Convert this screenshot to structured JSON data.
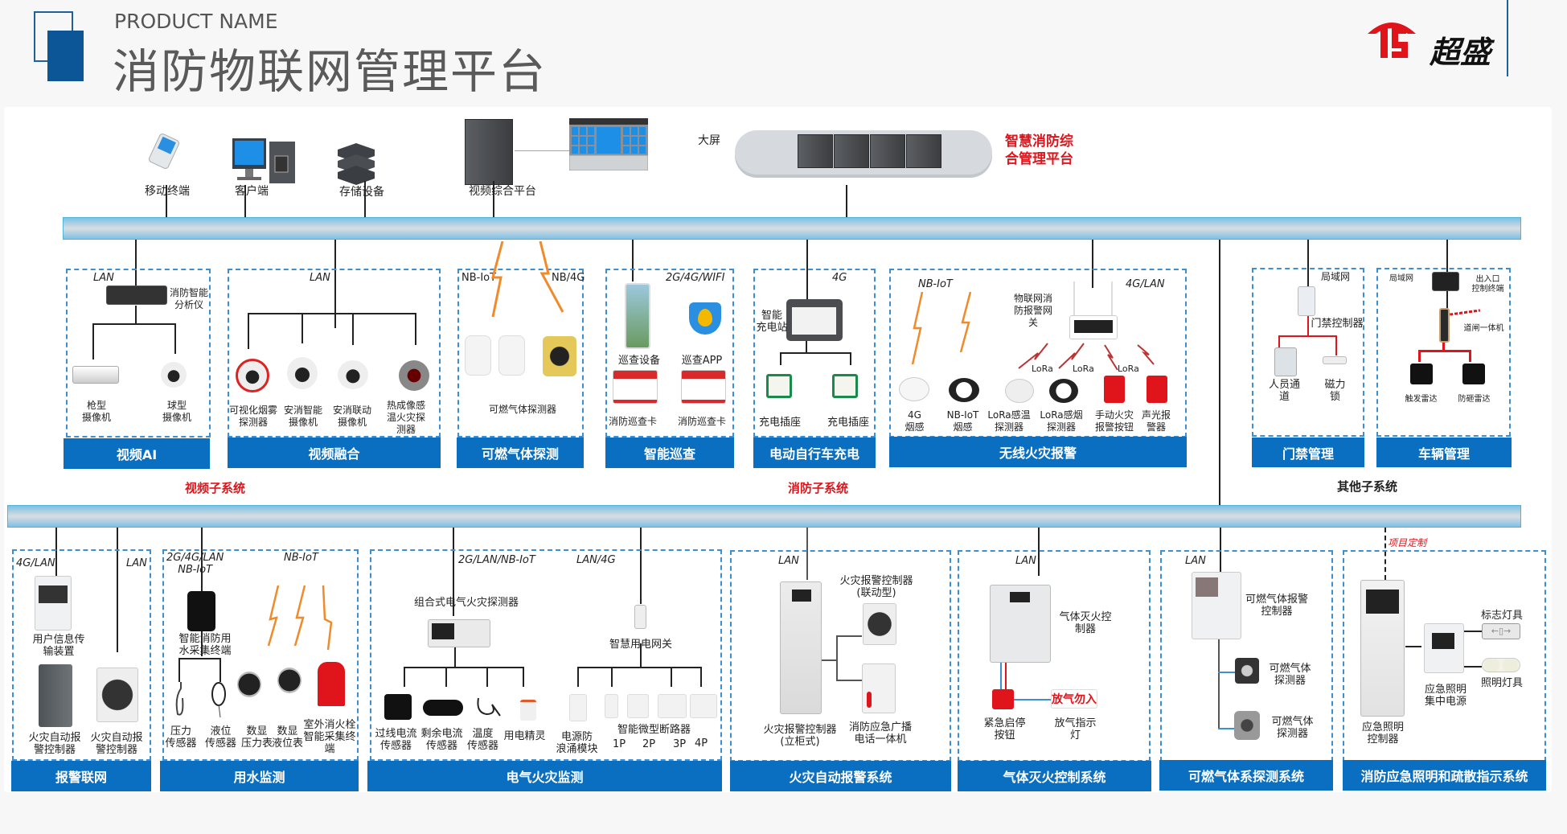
{
  "header": {
    "product_name": "PRODUCT NAME",
    "title": "消防物联网管理平台",
    "brand": "超盛",
    "brand_icon": "chaosheng-logo-icon"
  },
  "platform": {
    "top_devices": [
      {
        "label": "移动终端",
        "icon": "mobile-terminal-icon"
      },
      {
        "label": "客户端",
        "icon": "desktop-client-icon"
      },
      {
        "label": "存储设备",
        "icon": "storage-device-icon"
      },
      {
        "label": "视频综合平台",
        "icon": "video-platform-cabinet-icon"
      }
    ],
    "big_screen": "大屏",
    "cloud_label": "智慧消防综\n合管理平台"
  },
  "upper": {
    "groups": [
      {
        "label": "视频子系统",
        "color": "#e0141b"
      },
      {
        "label": "消防子系统",
        "color": "#e0141b"
      },
      {
        "label": "其他子系统",
        "color": "#222222"
      }
    ],
    "sections": [
      {
        "title": "视频AI",
        "networks": [
          "LAN"
        ],
        "hub": "消防智能\n分析仪",
        "devices": [
          "枪型\n摄像机",
          "球型\n摄像机"
        ]
      },
      {
        "title": "视频融合",
        "networks": [
          "LAN"
        ],
        "devices": [
          "可视化烟雾\n探测器",
          "安消智能\n摄像机",
          "安消联动\n摄像机",
          "热成像感\n温火灾探\n测器"
        ]
      },
      {
        "title": "可燃气体探测",
        "networks": [
          "NB-IoT",
          "NB/4G"
        ],
        "devices": [
          "可燃气体探测器"
        ]
      },
      {
        "title": "智能巡查",
        "networks": [
          "2G/4G/WIFI"
        ],
        "devices": [
          "巡查设备",
          "巡查APP",
          "消防巡查卡",
          "消防巡查卡"
        ]
      },
      {
        "title": "电动自行车充电",
        "networks": [
          "4G"
        ],
        "hub": "智能\n充电站",
        "devices": [
          "充电插座",
          "充电插座"
        ]
      },
      {
        "title": "无线火灾报警",
        "networks": [
          "NB-IoT",
          "4G/LAN"
        ],
        "hub": "物联网消\n防报警网\n关",
        "lora": [
          "LoRa",
          "LoRa",
          "LoRa"
        ],
        "devices": [
          "4G\n烟感",
          "NB-IoT\n烟感",
          "LoRa感温\n探测器",
          "LoRa感烟\n探测器",
          "手动火灾\n报警按钮",
          "声光报\n警器"
        ]
      },
      {
        "title": "门禁管理",
        "networks": [
          "局域网"
        ],
        "hub": "门禁控制器",
        "devices": [
          "人员通\n道",
          "磁力\n锁"
        ]
      },
      {
        "title": "车辆管理",
        "networks": [
          "局域网"
        ],
        "hub": "出入口\n控制终端",
        "hub2": "道闸一体机",
        "devices": [
          "触发雷达",
          "防砸雷达"
        ]
      }
    ]
  },
  "lower": {
    "custom_tag": "项目定制",
    "sections": [
      {
        "title": "报警联网",
        "networks": [
          "4G/LAN",
          "LAN"
        ],
        "hub": "用户信息传\n输装置",
        "devices": [
          "火灾自动报\n警控制器",
          "火灾自动报\n警控制器"
        ]
      },
      {
        "title": "用水监测",
        "networks": [
          "2G/4G/LAN\nNB-IoT",
          "NB-IoT"
        ],
        "hub": "智能消防用\n水采集终端",
        "devices": [
          "压力\n传感器",
          "液位\n传感器",
          "数显\n压力表",
          "数显\n液位表",
          "室外消火栓\n智能采集终\n端"
        ]
      },
      {
        "title": "电气火灾监测",
        "networks": [
          "2G/LAN/NB-IoT",
          "LAN/4G"
        ],
        "hub": "组合式电气火灾探测器",
        "hub2": "智慧用电网关",
        "devices": [
          "过线电流\n传感器",
          "剩余电流\n传感器",
          "温度\n传感器",
          "用电精灵",
          "电源防\n浪涌模块"
        ],
        "breaker_label": "智能微型断路器",
        "breakers": [
          "1P",
          "2P",
          "3P",
          "4P"
        ]
      },
      {
        "title": "火灾自动报警系统",
        "networks": [
          "LAN"
        ],
        "devices": [
          "火灾报警控制器\n(立柜式)",
          "火灾报警控制器\n(联动型)",
          "消防应急广播\n电话一体机"
        ]
      },
      {
        "title": "气体灭火控制系统",
        "networks": [
          "LAN"
        ],
        "hub": "气体灭火控\n制器",
        "devices": [
          "紧急启停\n按钮",
          "放气指示\n灯"
        ],
        "sign": "放气勿入"
      },
      {
        "title": "可燃气体系探测系统",
        "networks": [
          "LAN"
        ],
        "hub": "可燃气体报警\n控制器",
        "devices": [
          "可燃气体\n探测器",
          "可燃气体\n探测器"
        ]
      },
      {
        "title": "消防应急照明和疏散指示系统",
        "hub": "应急照明\n控制器",
        "hub2": "应急照明\n集中电源",
        "devices": [
          "标志灯具",
          "照明灯具"
        ]
      }
    ]
  },
  "colors": {
    "section_blue": "#0a6fc1",
    "dash_blue": "#3d8fd3",
    "accent_red": "#e0141b",
    "title_gray": "#5a5a5a",
    "brand_blue": "#0c5597"
  }
}
